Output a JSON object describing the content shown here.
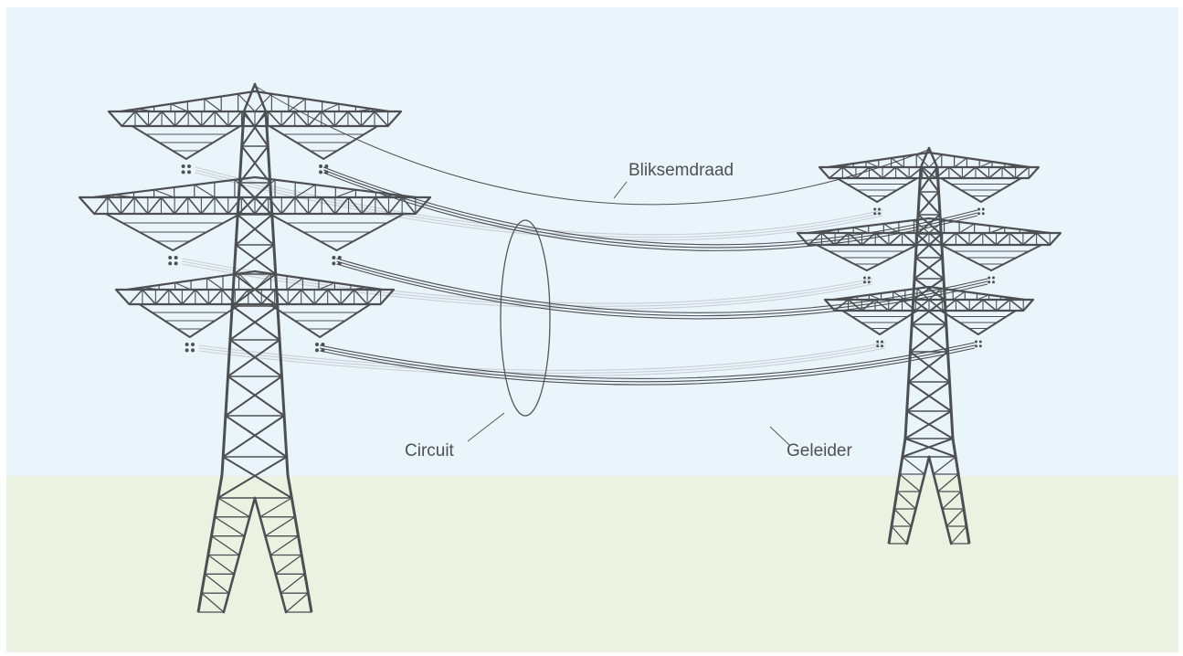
{
  "labels": {
    "lightning_wire": "Bliksemdraad",
    "circuit": "Circuit",
    "conductor": "Geleider"
  },
  "colors": {
    "sky": "#eaf4fb",
    "ground": "#ebf2e2",
    "steel": "#4d5052",
    "wire": "#4d5052",
    "far_wire": "#c9cfd4",
    "text": "#4f5152"
  }
}
